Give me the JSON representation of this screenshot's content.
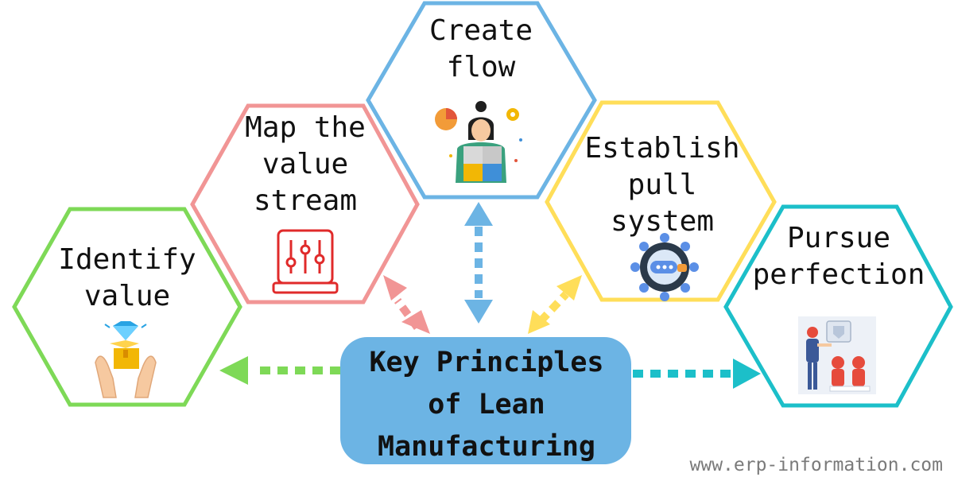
{
  "center": {
    "lines": [
      "Key Principles",
      "of Lean",
      "Manufacturing"
    ]
  },
  "principles": [
    {
      "key": "identify-value",
      "lines": [
        "Identify",
        "value"
      ],
      "color": "#7ed957",
      "icon": "hands-box-diamond-icon"
    },
    {
      "key": "map-value-stream",
      "lines": [
        "Map the",
        "value",
        "stream"
      ],
      "color": "#f19595",
      "icon": "control-panel-sliders-icon"
    },
    {
      "key": "create-flow",
      "lines": [
        "Create",
        "flow"
      ],
      "color": "#6cb4e4",
      "icon": "person-puzzle-icon"
    },
    {
      "key": "establish-pull-system",
      "lines": [
        "Establish",
        "pull",
        "system"
      ],
      "color": "#ffde59",
      "icon": "gear-chat-icon"
    },
    {
      "key": "pursue-perfection",
      "lines": [
        "Pursue",
        "perfection"
      ],
      "color": "#1cbfc9",
      "icon": "team-meeting-icon"
    }
  ],
  "colors": {
    "center_fill": "#6cb4e4"
  },
  "watermark": "www.erp-information.com"
}
